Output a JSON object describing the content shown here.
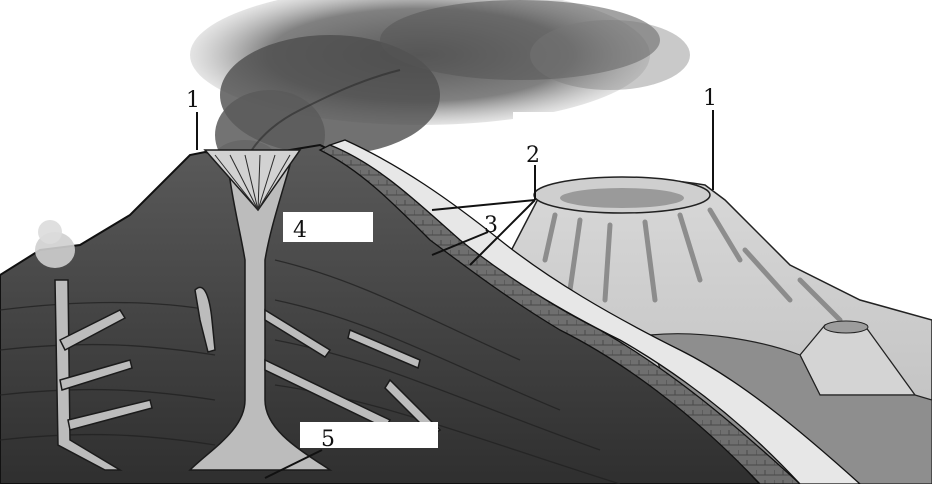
{
  "labels": {
    "left_crater": "1",
    "right_crater": "1",
    "flanks": "2",
    "lava_layer": "3",
    "vent_box": "4",
    "chamber_box": "5"
  },
  "colors": {
    "background": "#ffffff",
    "smoke": "#5a5a5a",
    "strata_dark": "#3e3e3e",
    "strata_mid": "#6e6e6e",
    "magma": "#b9b9b9",
    "line": "#111111"
  }
}
